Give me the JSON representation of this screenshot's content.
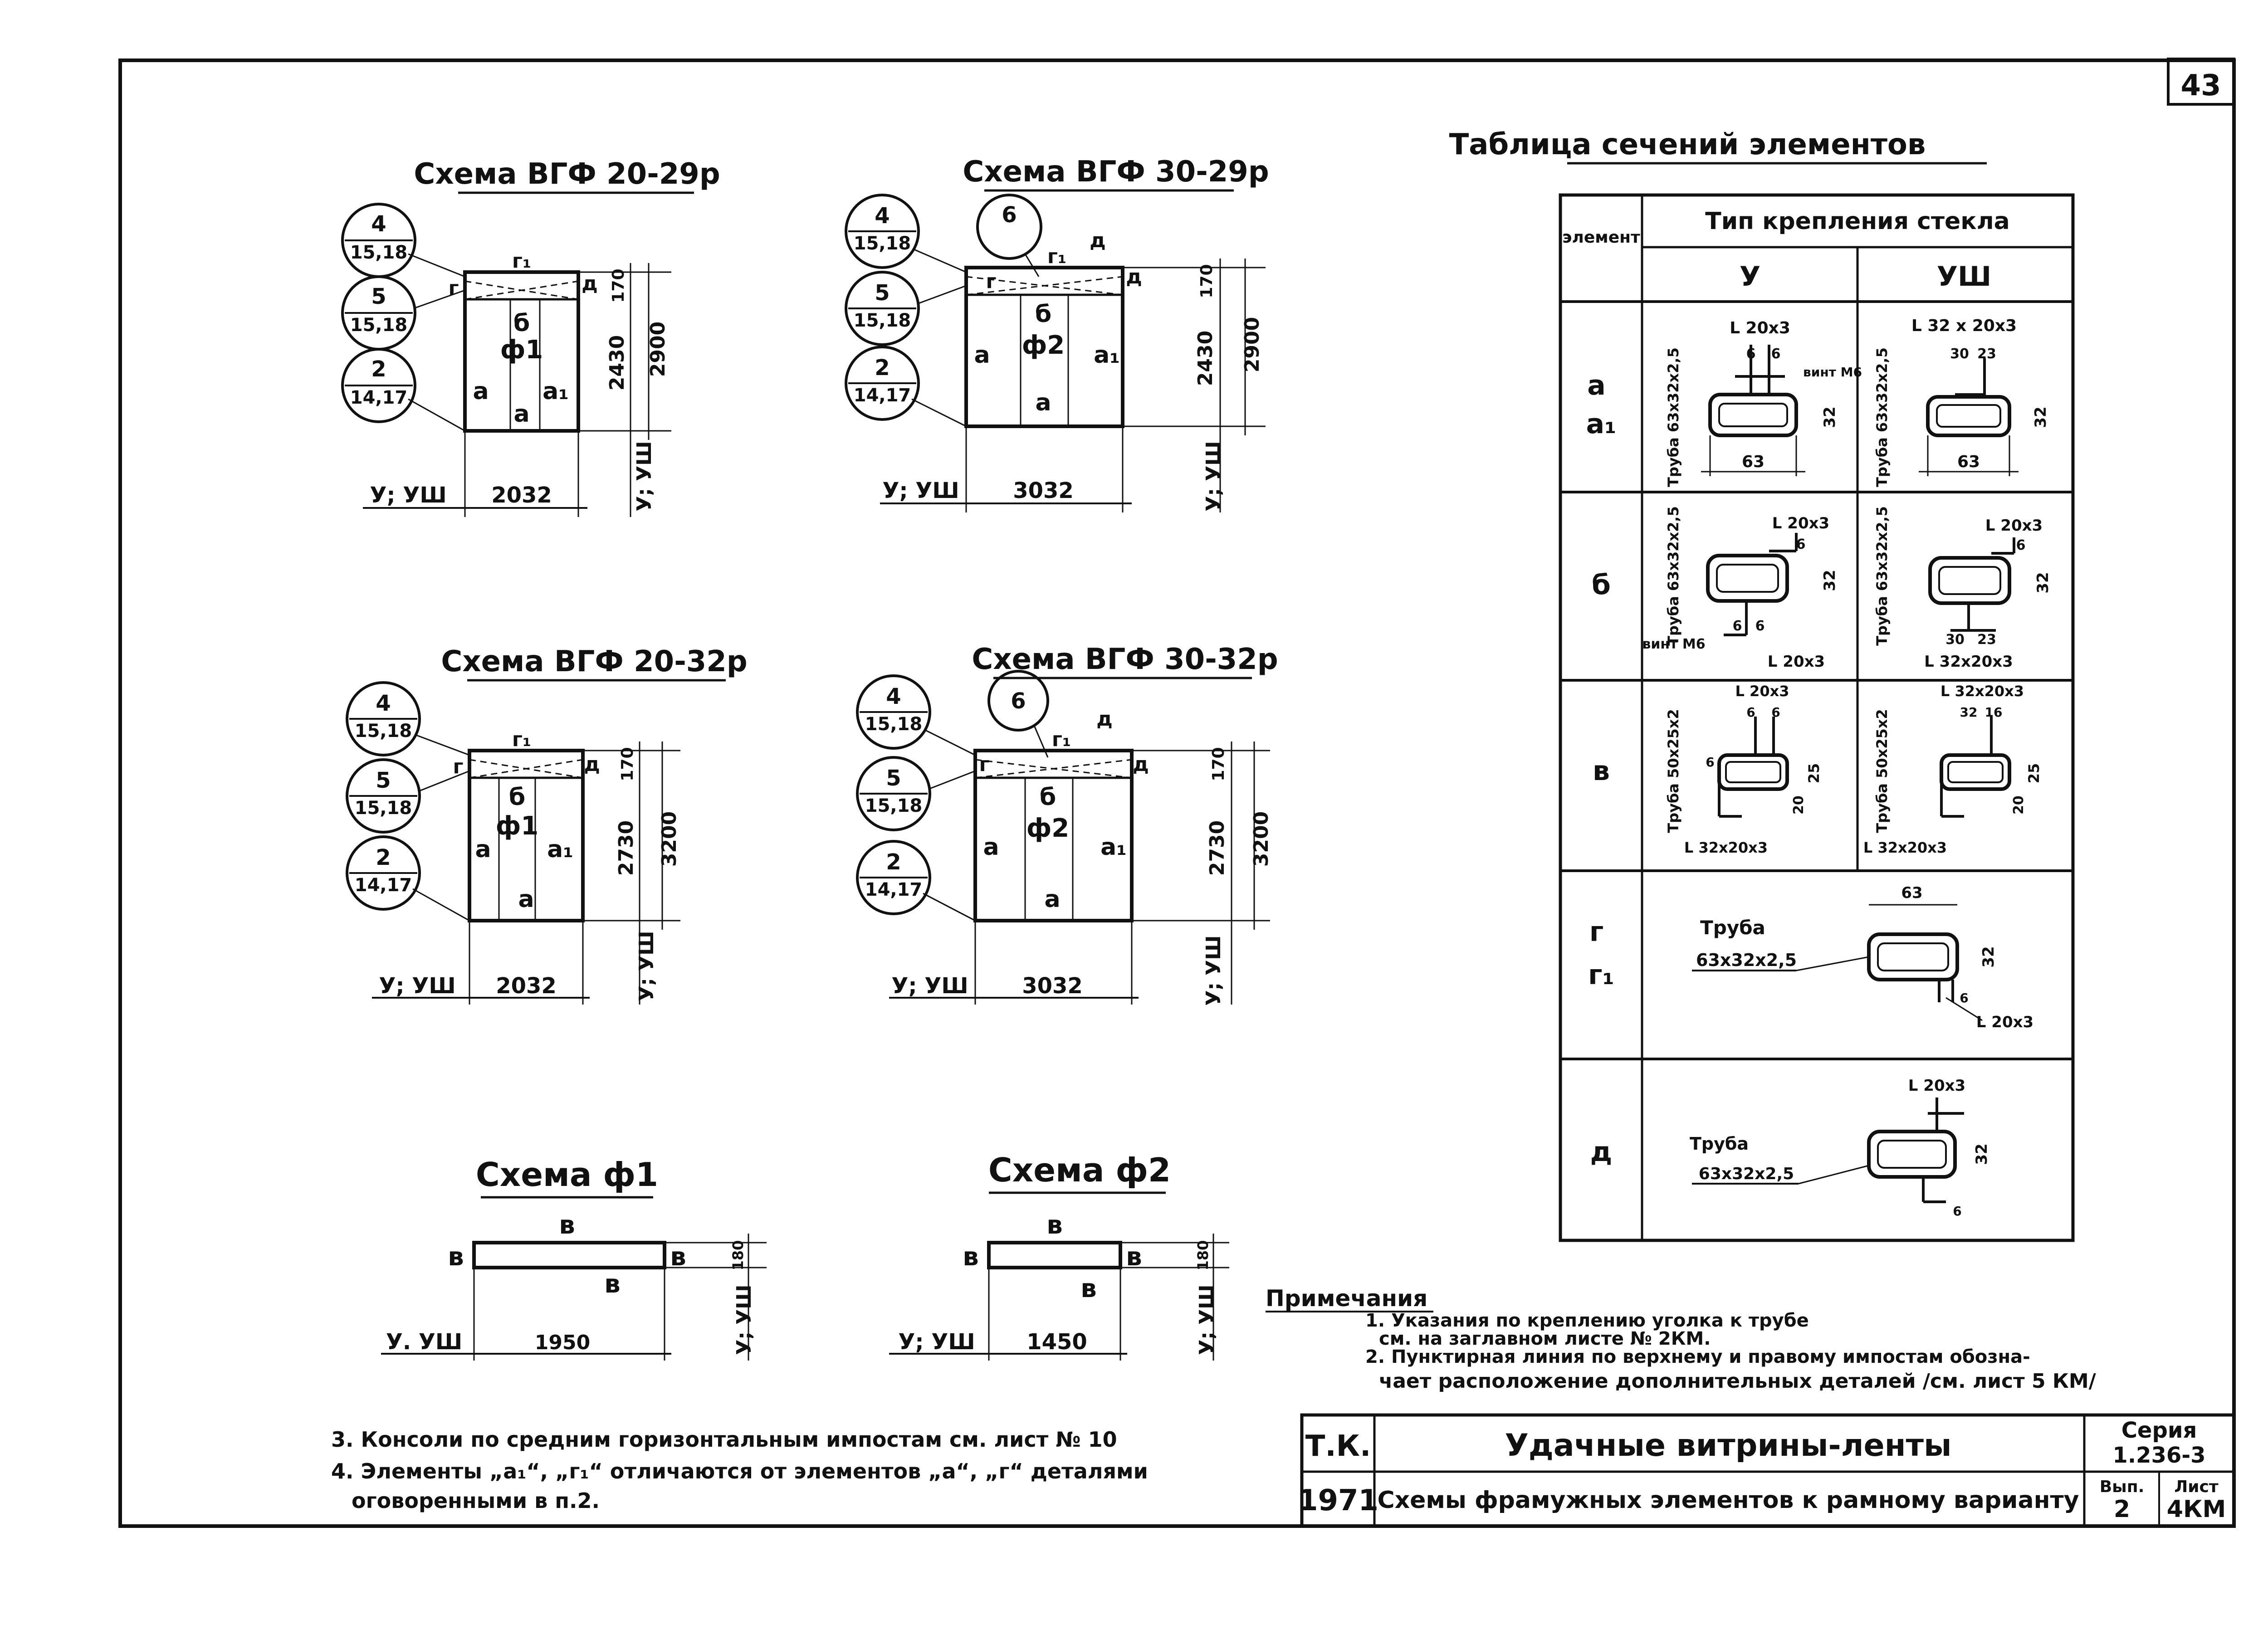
{
  "sheet": {
    "page_number": "43",
    "schemes": [
      {
        "title": "Схема ВГФ 20-29р",
        "fanlights": [
          "ф1"
        ],
        "width": "2032",
        "sizes": [
          "170",
          "2430",
          "2900"
        ],
        "types": "У; УШ",
        "side": "У; УШ",
        "callouts": [
          {
            "n": "4",
            "ref": "15,18"
          },
          {
            "n": "5",
            "ref": "15,18"
          },
          {
            "n": "2",
            "ref": "14,17"
          }
        ]
      },
      {
        "title": "Схема ВГФ 30-29р",
        "fanlights": [
          "ф2"
        ],
        "width": "3032",
        "sizes": [
          "170",
          "2430",
          "2900"
        ],
        "types": "У; УШ",
        "side": "У; УШ",
        "callouts": [
          {
            "n": "4",
            "ref": "15,18"
          },
          {
            "n": "5",
            "ref": "15,18"
          },
          {
            "n": "2",
            "ref": "14,17"
          }
        ],
        "extra_callout": "6"
      },
      {
        "title": "Схема ВГФ 20-32р",
        "fanlights": [
          "ф1"
        ],
        "width": "2032",
        "sizes": [
          "170",
          "2730",
          "3200"
        ],
        "types": "У; УШ",
        "side": "У; УШ",
        "callouts": [
          {
            "n": "4",
            "ref": "15,18"
          },
          {
            "n": "5",
            "ref": "15,18"
          },
          {
            "n": "2",
            "ref": "14,17"
          }
        ]
      },
      {
        "title": "Схема ВГФ 30-32р",
        "fanlights": [
          "ф2"
        ],
        "width": "3032",
        "sizes": [
          "170",
          "2730",
          "3200"
        ],
        "types": "У; УШ",
        "side": "У; УШ",
        "callouts": [
          {
            "n": "4",
            "ref": "15,18"
          },
          {
            "n": "5",
            "ref": "15,18"
          },
          {
            "n": "2",
            "ref": "14,17"
          }
        ],
        "extra_callout": "6"
      }
    ],
    "element_letters": {
      "a": "а",
      "a1": "а₁",
      "b": "б",
      "v": "в",
      "g": "г",
      "g1": "г₁",
      "d": "д"
    },
    "fanlight_schemes": [
      {
        "title": "Схема ф1",
        "width": "1950",
        "height": "180",
        "types": "У. УШ",
        "side": "У; УШ",
        "letter": "в"
      },
      {
        "title": "Схема ф2",
        "width": "1450",
        "height": "180",
        "types": "У; УШ",
        "side": "У; УШ",
        "letter": "в"
      }
    ],
    "table": {
      "title": "Таблица сечений элементов",
      "col_element": "элемент",
      "col_type": "Тип крепления стекла",
      "sub_cols": [
        "У",
        "УШ"
      ],
      "rows": [
        {
          "element": "а\nа₁",
          "u": {
            "profile": "Труба 63х32х2,5",
            "angle": "L 20х3",
            "extra": "винт М6",
            "dims": [
              "6",
              "6",
              "63",
              "32"
            ]
          },
          "ush": {
            "profile": "Труба 63х32х2,5",
            "angle": "L 32 х 20х3",
            "dims": [
              "30",
              "23",
              "63",
              "32"
            ]
          }
        },
        {
          "element": "б",
          "u": {
            "profile": "Труба 63х32х2,5",
            "angle": "L 20х3",
            "angle2": "L 20х3",
            "extra": "винт М6",
            "dims": [
              "6",
              "6",
              "6",
              "32"
            ]
          },
          "ush": {
            "profile": "Труба 63х32х2,5",
            "angle": "L 20х3",
            "angle2": "L 32х20х3",
            "dims": [
              "6",
              "30",
              "23",
              "32"
            ]
          }
        },
        {
          "element": "в",
          "u": {
            "profile": "Труба 50х25х2",
            "angle": "L 20х3",
            "angle2": "L 32х20х3",
            "dims": [
              "6",
              "6",
              "6",
              "25",
              "20"
            ]
          },
          "ush": {
            "profile": "Труба 50х25х2",
            "angle": "L 32х20х3",
            "angle2": "L 32х20х3",
            "dims": [
              "32",
              "16",
              "25",
              "20"
            ]
          }
        },
        {
          "element": "г\nг₁",
          "merged": {
            "profile": "Труба",
            "size": "63х32х2,5",
            "angle": "L 20х3",
            "dims": [
              "63",
              "32",
              "6"
            ]
          }
        },
        {
          "element": "д",
          "merged": {
            "profile": "Труба",
            "size": "63х32х2,5",
            "angle": "L 20х3",
            "dims": [
              "32",
              "6"
            ]
          }
        }
      ]
    },
    "notes": {
      "heading": "Примечания",
      "items": [
        "1. Указания по креплению уголка к трубе",
        "см. на заглавном листе № 2КМ.",
        "2. Пунктирная линия по верхнему и правому импостам обозна-",
        "чает расположение дополнительных деталей /см. лист 5 КМ/"
      ],
      "items_left": [
        "3. Консоли по средним горизонтальным импостам см. лист № 10",
        "4. Элементы „а₁“, „г₁“ отличаются от элементов „а“, „г“ деталями",
        "оговоренными в п.2."
      ]
    },
    "title_block": {
      "org": "Т.К.",
      "year": "1971",
      "name": "Удачные витрины-ленты",
      "subtitle": "Схемы фрамужных элементов к рамному варианту",
      "series_label": "Серия",
      "series_value": "1.236-3",
      "issue_label": "Вып.",
      "issue_value": "2",
      "sheet_label": "Лист",
      "sheet_value": "4КМ"
    }
  }
}
